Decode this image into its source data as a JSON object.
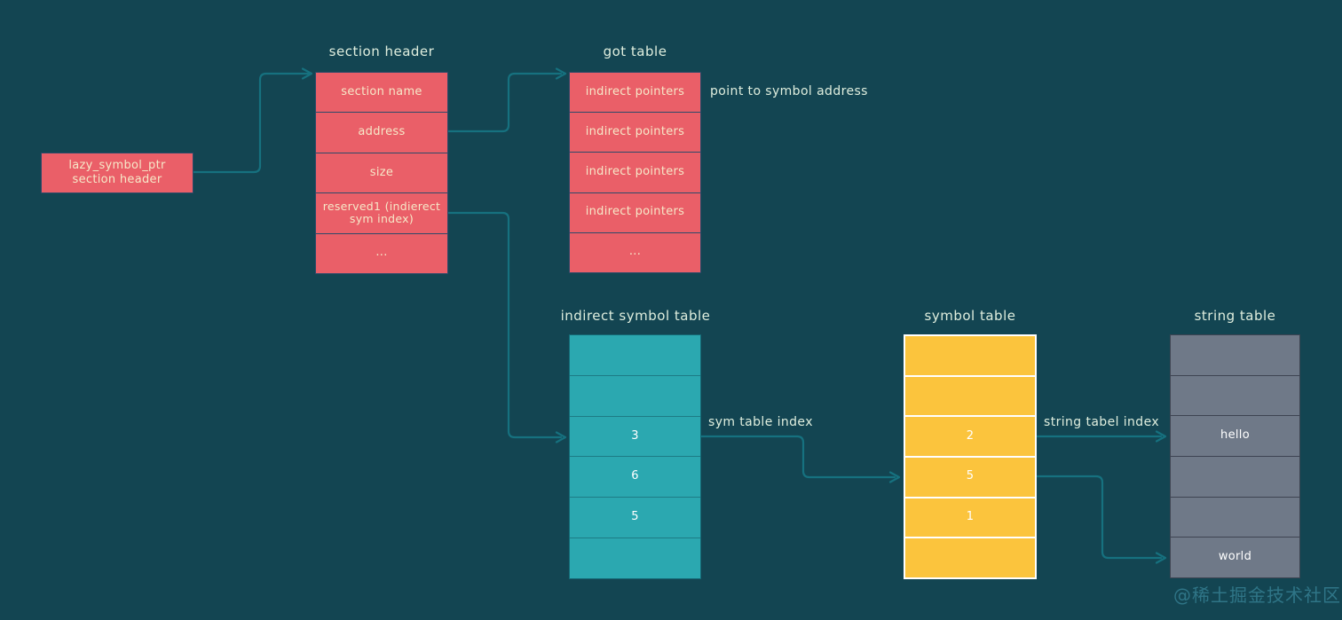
{
  "colors": {
    "bg": "#134552",
    "red": "#ea5f68",
    "teal": "#2ba8b0",
    "yellow": "#fbc43d",
    "gray": "#6f7988",
    "arrow": "#16717f",
    "label-text": "#dfeede",
    "red-text": "#f6e8c8",
    "white-text": "#ffffff",
    "red-divider": "#2e4a69",
    "teal-divider": "#1d7b85",
    "teal-border": "#156874",
    "gray-divider": "#3e4452",
    "yellow-border": "#ffffff",
    "watermark": "#2f7587"
  },
  "boxes": {
    "lazy": {
      "label": "lazy_symbol_ptr section header"
    }
  },
  "tables": {
    "section_header": {
      "title": "section header",
      "rows": [
        "section name",
        "address",
        "size",
        "reserved1 (indierect sym index)",
        "..."
      ]
    },
    "got": {
      "title": "got table",
      "rows": [
        "indirect pointers",
        "indirect pointers",
        "indirect pointers",
        "indirect pointers",
        "..."
      ]
    },
    "indirect_symbol": {
      "title": "indirect symbol table",
      "rows": [
        "",
        "",
        "3",
        "6",
        "5",
        ""
      ]
    },
    "symbol": {
      "title": "symbol table",
      "rows": [
        "",
        "",
        "2",
        "5",
        "1",
        ""
      ]
    },
    "string": {
      "title": "string table",
      "rows": [
        "",
        "",
        "hello",
        "",
        "",
        "world"
      ]
    }
  },
  "labels": {
    "point_to_symbol_address": "point to symbol address",
    "sym_table_index": "sym table index",
    "string_tabel_index": "string tabel index"
  },
  "watermark": "@稀土掘金技术社区"
}
